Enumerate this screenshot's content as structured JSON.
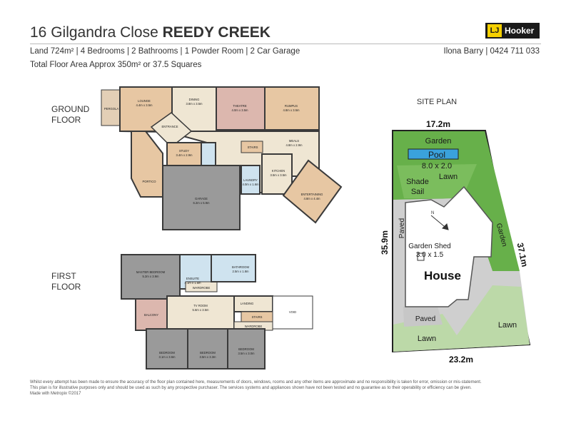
{
  "header": {
    "address": "16 Gilgandra Close",
    "suburb": "REEDY CREEK",
    "logo_mark": "LJ",
    "logo_text": "Hooker",
    "details": "Land 724m² | 4 Bedrooms | 2 Bathrooms | 1 Powder Room | 2 Car Garage",
    "floor_area": "Total Floor Area Approx 350m² or 37.5 Squares",
    "agent": "Ilona Barry | 0424 711 033"
  },
  "ground_floor": {
    "label_line1": "GROUND",
    "label_line2": "FLOOR",
    "rooms": {
      "pergola": "PERGOLA",
      "lounge": "LOUNGE",
      "lounge_size": "4.4m x 3.5m",
      "dining": "DINING",
      "dining_size": "3.8m x 3.5m",
      "theatre": "THEATRE",
      "theatre_size": "4.0m x 3.5m",
      "rumpus": "RUMPUS",
      "rumpus_size": "4.8m x 3.5m",
      "entrance": "ENTRANCE",
      "stairs": "STAIRS",
      "meals": "MEALS",
      "meals_size": "4.8m x 2.9m",
      "study": "STUDY",
      "study_size": "3.4m x 2.9m",
      "kitchen": "KITCHEN",
      "kitchen_size": "3.5m x 3.5m",
      "laundry": "LAUNDRY",
      "laundry_size": "4.0m x 1.6m",
      "portico": "PORTICO",
      "garage": "GARAGE",
      "garage_size": "6.2m x 5.9m",
      "entertaining": "ENTERTAINING",
      "entertaining_size": "4.8m x 4.4m"
    }
  },
  "first_floor": {
    "label_line1": "FIRST",
    "label_line2": "FLOOR",
    "rooms": {
      "master": "MASTER BEDROOM",
      "master_size": "5.2m x 3.9m",
      "ensuite": "ENSUITE",
      "ensuite_size": "4.1m x 1.6m",
      "bathroom": "BATHROOM",
      "bathroom_size": "2.5m x 1.8m",
      "wardrobe_1": "WARDROBE",
      "balcony": "BALCONY",
      "tv_room": "TV ROOM",
      "tv_room_size": "5.6m x 3.5m",
      "landing": "LANDING",
      "stairs": "STAIRS",
      "void": "VOID",
      "wardrobe_2": "WARDROBE",
      "bedroom_1": "BEDROOM",
      "bedroom_1_size": "3.1m x 3.6m",
      "bedroom_2": "BEDROOM",
      "bedroom_2_size": "3.5m x 3.3m",
      "bedroom_3": "BEDROOM",
      "bedroom_3_size": "3.5m x 3.0m"
    }
  },
  "site_plan": {
    "title": "SITE PLAN",
    "top_dim": "17.2m",
    "bottom_dim": "23.2m",
    "left_dim": "35.9m",
    "right_dim": "37.1m",
    "garden_top": "Garden",
    "pool": "Pool",
    "pool_size": "8.0 x 2.0",
    "lawn_top": "Lawn",
    "shade": "Shade",
    "sail": "Sail",
    "paved_left": "Paved",
    "garden_right": "Garden",
    "shed": "Garden Shed",
    "shed_size": "3.0 x 1.5",
    "house": "House",
    "paved_bottom": "Paved",
    "lawn_bottom_left": "Lawn",
    "lawn_bottom_right": "Lawn",
    "north_mark": "N"
  },
  "footer": {
    "line1": "Whilst every attempt has been made to ensure the accuracy of the floor plan contained here, measurements of doors, windows, rooms and any other items are approximate and no responsibility is taken for error, omission or mis-statement.",
    "line2": "This plan is for illustrative purposes only and should be used as such by any prospective purchaser. The services systems and appliances shown have not been tested and no guarantee as to their operability or efficiency can be given.",
    "line3": "Made with Metropix ©2017"
  },
  "colors": {
    "brand_yellow": "#f5d000",
    "wall": "#3a3a3a",
    "timber_floor": "#e7c7a3",
    "carpet_rose": "#dcb7ae",
    "carpet_grey": "#9a9a9a",
    "tile_cream": "#efe6d3",
    "wet_blue": "#cfe3ef",
    "site_green": "#67b04a",
    "site_lawn": "#bcd9a8",
    "site_grey": "#cfcfcf",
    "pool_blue": "#3aa2dc"
  }
}
